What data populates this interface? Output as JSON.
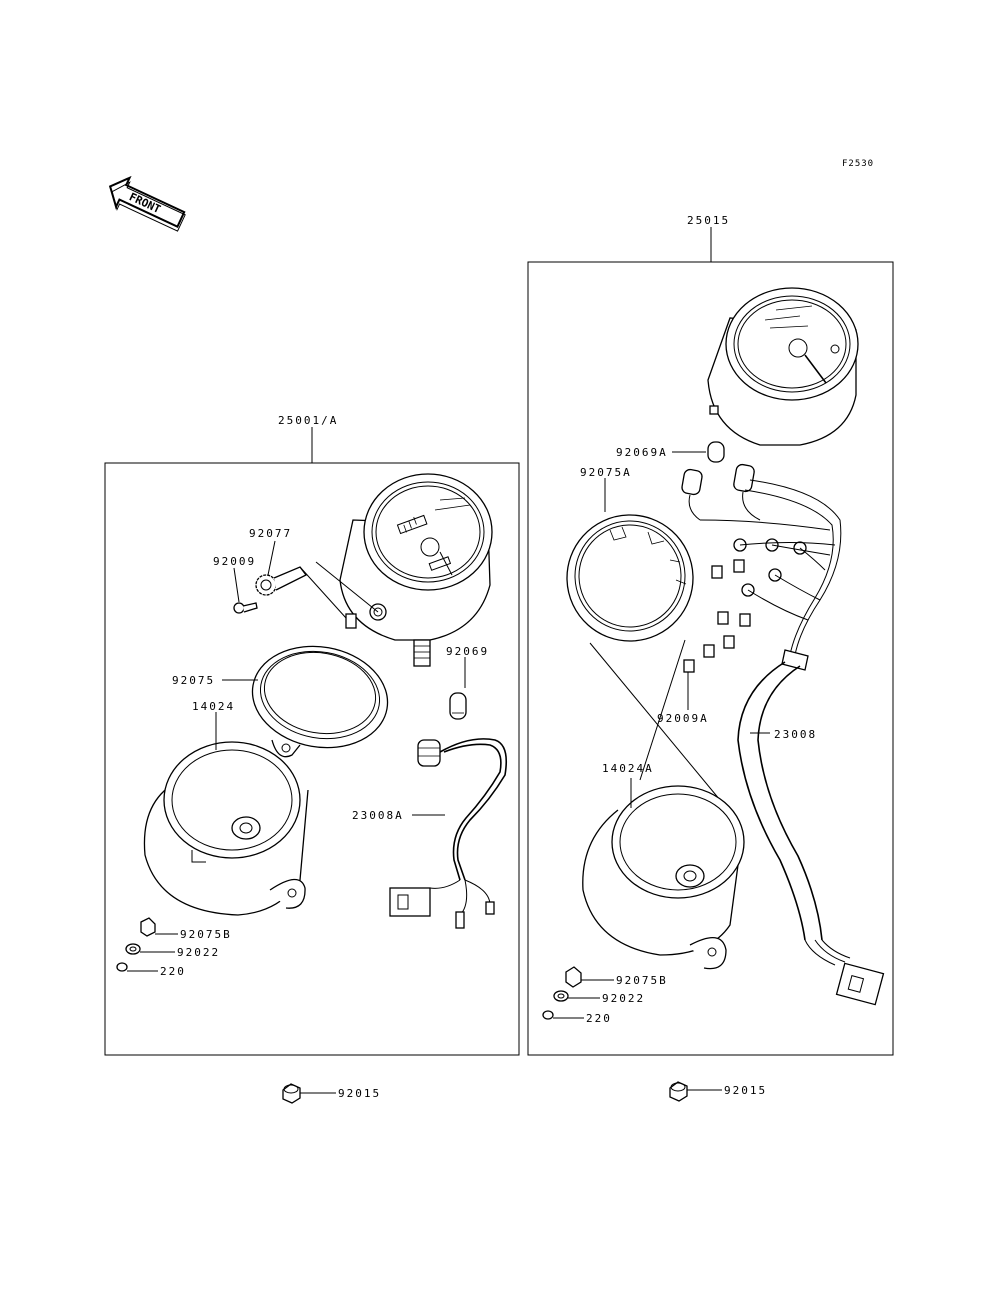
{
  "figure_code": "F2530",
  "front_arrow_label": "FRONT",
  "left_panel": {
    "assembly_label": "25001/A",
    "parts": {
      "p92077": "92077",
      "p92009": "92009",
      "p92075": "92075",
      "p92069": "92069",
      "p14024": "14024",
      "p23008A": "23008A",
      "p92075B": "92075B",
      "p92022": "92022",
      "p220": "220"
    },
    "outside_part": "92015"
  },
  "right_panel": {
    "assembly_label": "25015",
    "parts": {
      "p92069A": "92069A",
      "p92075A": "92075A",
      "p92009A": "92009A",
      "p23008": "23008",
      "p14024A": "14024A",
      "p92075B": "92075B",
      "p92022": "92022",
      "p220": "220"
    },
    "outside_part": "92015"
  }
}
